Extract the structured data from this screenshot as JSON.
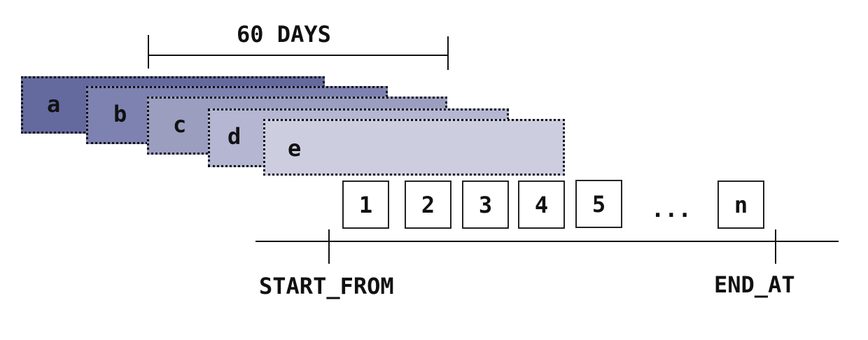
{
  "bracket": {
    "label": "60 DAYS"
  },
  "windows": [
    {
      "label": "a",
      "color": "#646a9e"
    },
    {
      "label": "b",
      "color": "#7e82b0"
    },
    {
      "label": "c",
      "color": "#9b9ebf"
    },
    {
      "label": "d",
      "color": "#b4b6d2"
    },
    {
      "label": "e",
      "color": "#cdcde0"
    }
  ],
  "steps": [
    "1",
    "2",
    "3",
    "4",
    "5",
    "...",
    "n"
  ],
  "axis": {
    "start": "START_FROM",
    "end": "END_AT"
  }
}
